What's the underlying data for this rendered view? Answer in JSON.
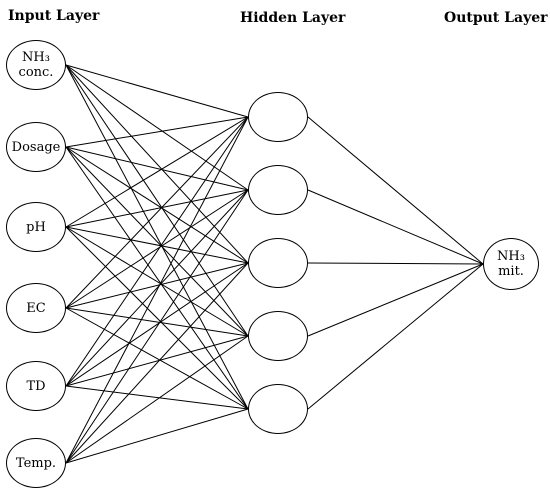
{
  "titles": {
    "input": "Input Layer",
    "hidden": "Hidden Layer",
    "output": "Output Layer"
  },
  "input_nodes": [
    {
      "line1": "NH₃",
      "line2": "conc."
    },
    {
      "line1": "Dosage"
    },
    {
      "line1": "pH"
    },
    {
      "line1": "EC"
    },
    {
      "line1": "TD"
    },
    {
      "line1": "Temp."
    }
  ],
  "hidden_node_count": 5,
  "output_nodes": [
    {
      "line1": "NH₃",
      "line2": "mit."
    }
  ],
  "connectivity": "fully-connected"
}
